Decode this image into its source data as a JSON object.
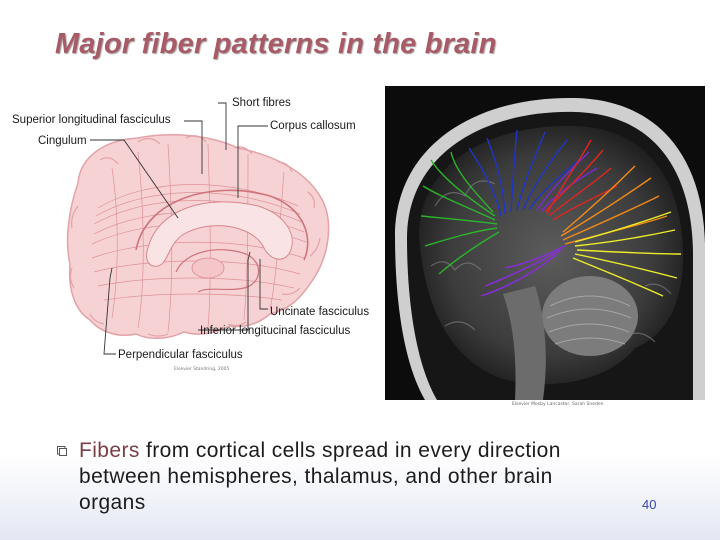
{
  "slide": {
    "title": "Major fiber patterns in the brain",
    "page_number": "40"
  },
  "diagram": {
    "labels": {
      "short_fibres": "Short fibres",
      "superior_longitudinal": "Superior longitudinal fasciculus",
      "corpus_callosum": "Corpus callosum",
      "cingulum": "Cingulum",
      "uncinate": "Uncinate fasciculus",
      "inferior_longitudinal": "Inferior longitucinal fasciculus",
      "perpendicular": "Perpendicular fasciculus"
    },
    "credit": "Elsevier Standring, 2005",
    "colors": {
      "brain_fill": "#f6d2d4",
      "fiber_lines": "#d9878e",
      "leader_lines": "#333333"
    }
  },
  "mri": {
    "credit": "Elsevier Mosby Lancaster, Sarah Sneden",
    "tract_colors": [
      "#2bb52b",
      "#1f35c9",
      "#7a2ad1",
      "#e0261d",
      "#f08a18",
      "#ecec2a",
      "#8a2be2"
    ]
  },
  "bullet": {
    "accent_word": "Fibers",
    "text": " from cortical cells spread in every direction between hemispheres, thalamus, and other brain organs"
  }
}
